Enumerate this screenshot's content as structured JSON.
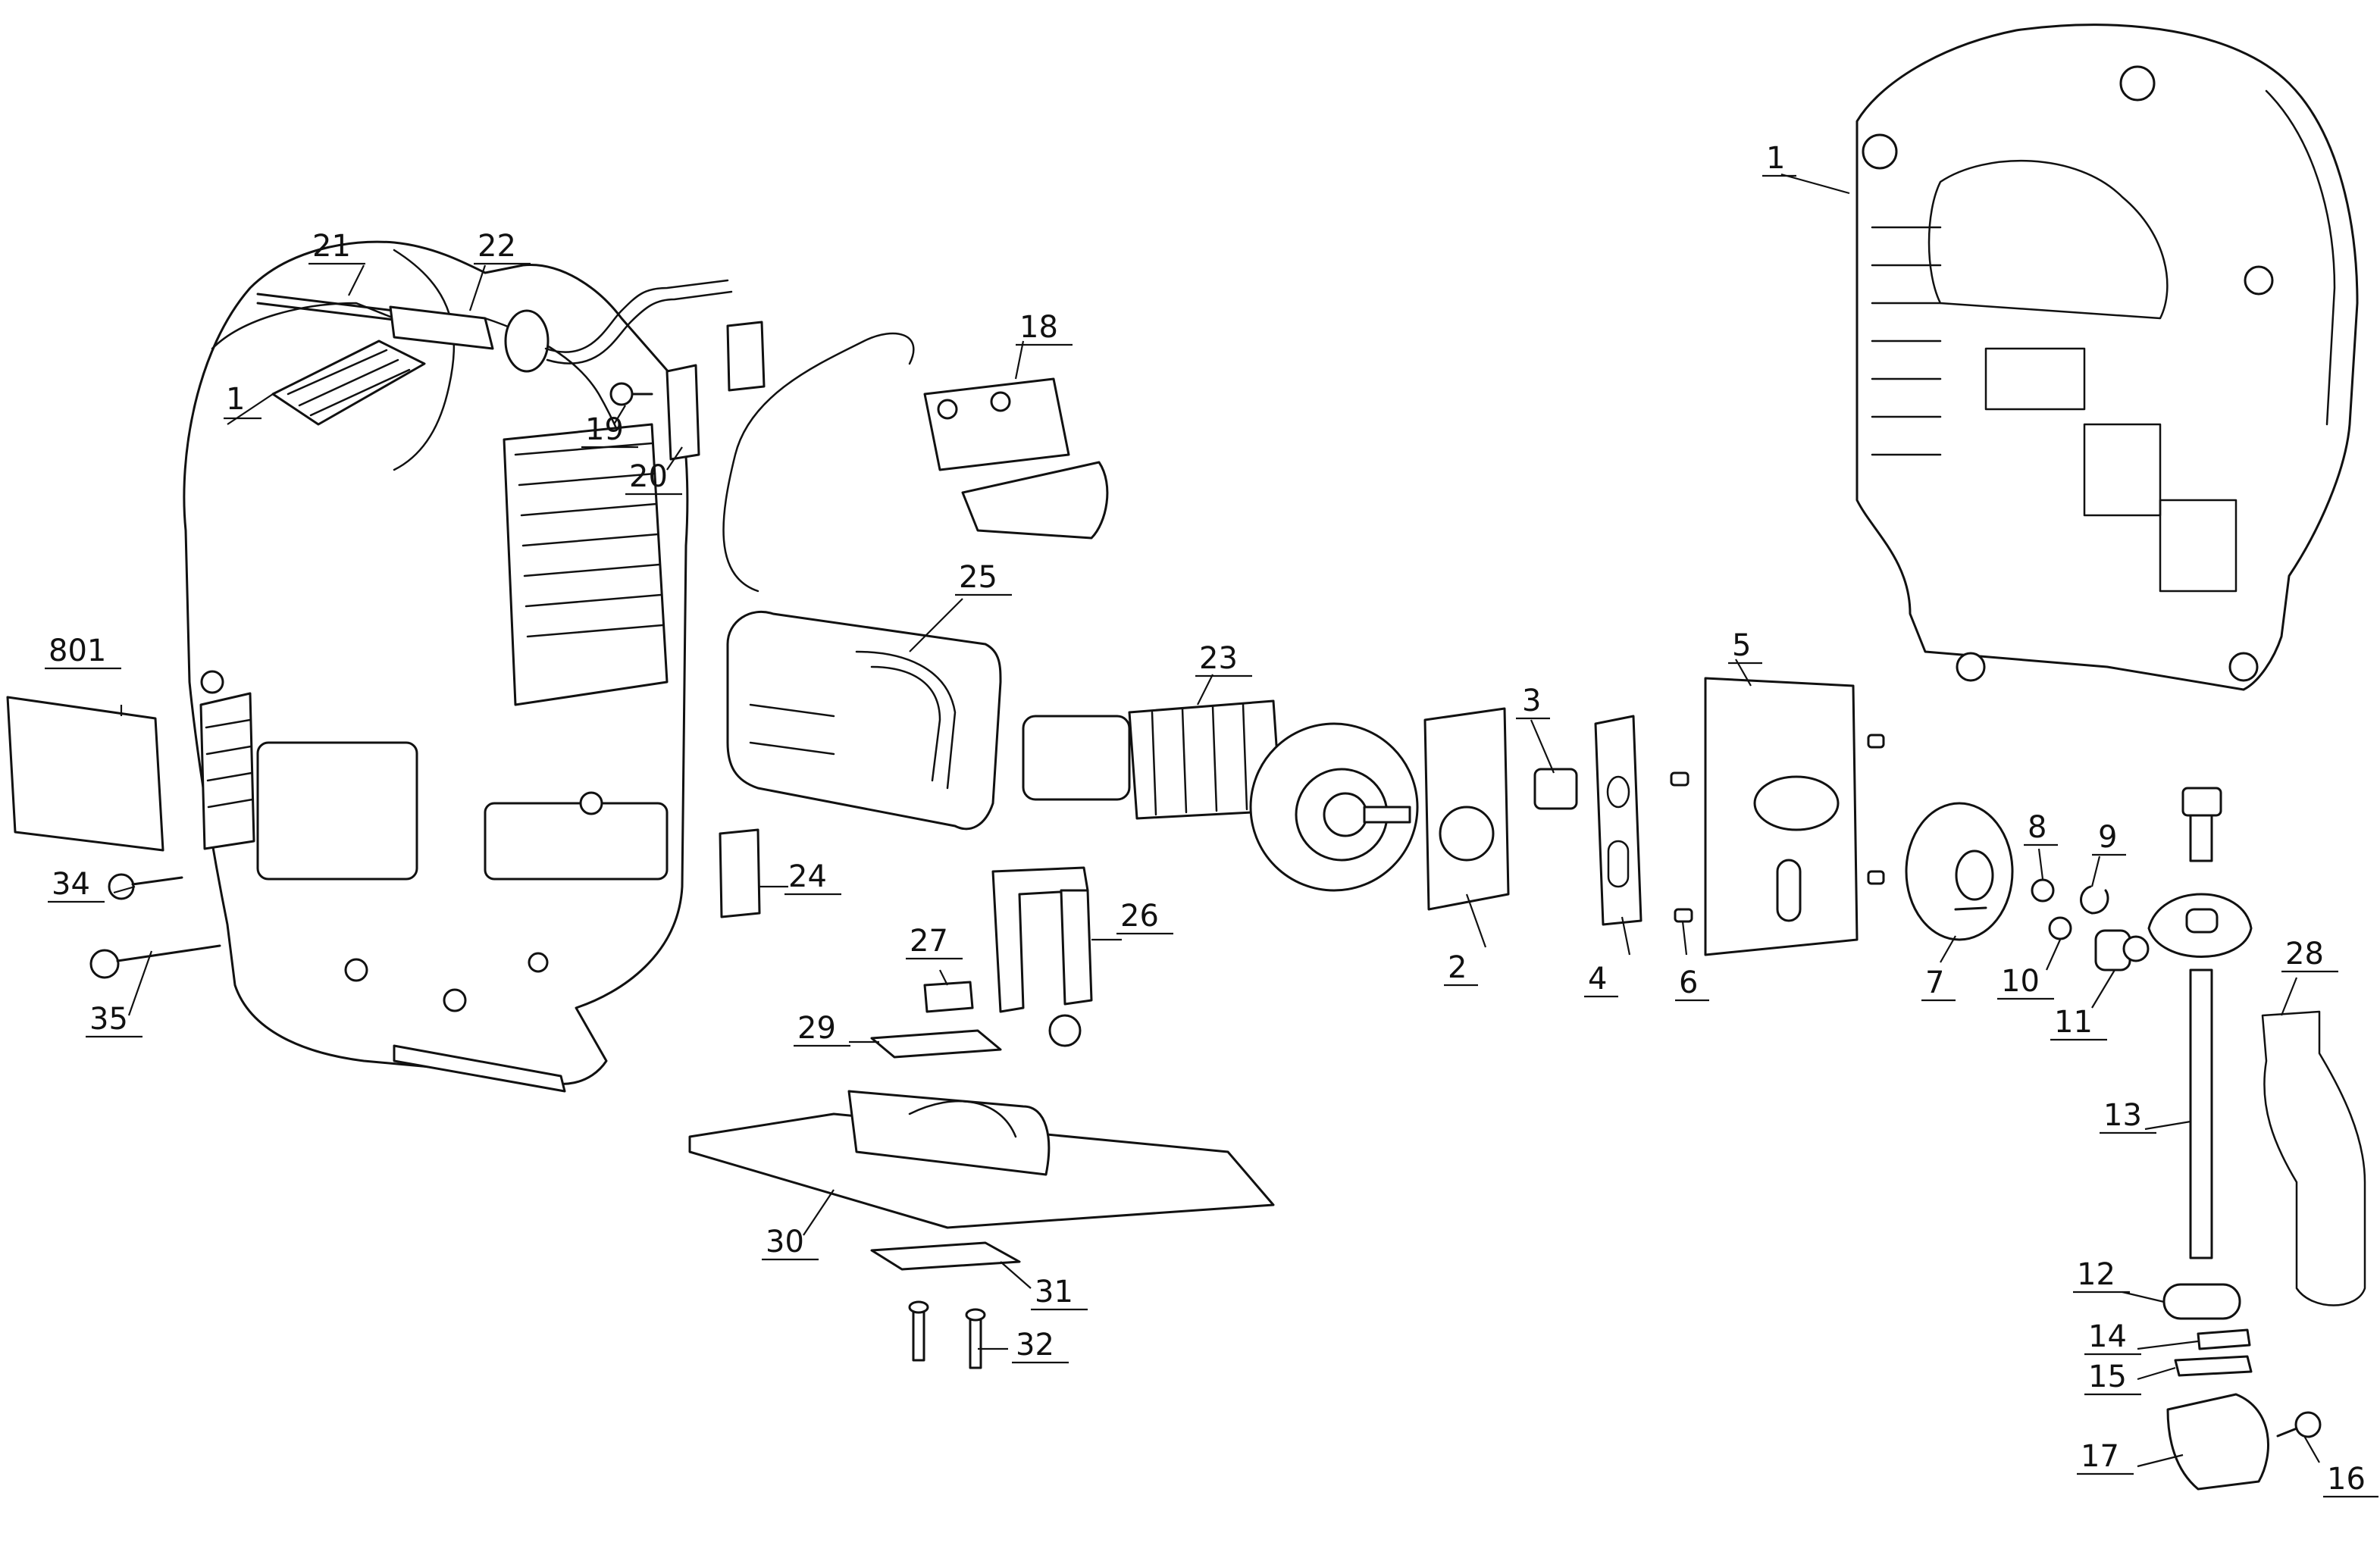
{
  "callouts": [
    {
      "id": "1a",
      "label": "1"
    },
    {
      "id": "1b",
      "label": "1"
    },
    {
      "id": "2",
      "label": "2"
    },
    {
      "id": "3",
      "label": "3"
    },
    {
      "id": "4",
      "label": "4"
    },
    {
      "id": "5",
      "label": "5"
    },
    {
      "id": "6",
      "label": "6"
    },
    {
      "id": "7",
      "label": "7"
    },
    {
      "id": "8",
      "label": "8"
    },
    {
      "id": "9",
      "label": "9"
    },
    {
      "id": "10",
      "label": "10"
    },
    {
      "id": "11",
      "label": "11"
    },
    {
      "id": "12",
      "label": "12"
    },
    {
      "id": "13",
      "label": "13"
    },
    {
      "id": "14",
      "label": "14"
    },
    {
      "id": "15",
      "label": "15"
    },
    {
      "id": "16",
      "label": "16"
    },
    {
      "id": "17",
      "label": "17"
    },
    {
      "id": "18",
      "label": "18"
    },
    {
      "id": "19",
      "label": "19"
    },
    {
      "id": "20",
      "label": "20"
    },
    {
      "id": "21",
      "label": "21"
    },
    {
      "id": "22",
      "label": "22"
    },
    {
      "id": "23",
      "label": "23"
    },
    {
      "id": "24",
      "label": "24"
    },
    {
      "id": "25",
      "label": "25"
    },
    {
      "id": "26",
      "label": "26"
    },
    {
      "id": "27",
      "label": "27"
    },
    {
      "id": "28",
      "label": "28"
    },
    {
      "id": "29",
      "label": "29"
    },
    {
      "id": "30",
      "label": "30"
    },
    {
      "id": "31",
      "label": "31"
    },
    {
      "id": "32",
      "label": "32"
    },
    {
      "id": "34",
      "label": "34"
    },
    {
      "id": "35",
      "label": "35"
    },
    {
      "id": "801",
      "label": "801"
    }
  ]
}
